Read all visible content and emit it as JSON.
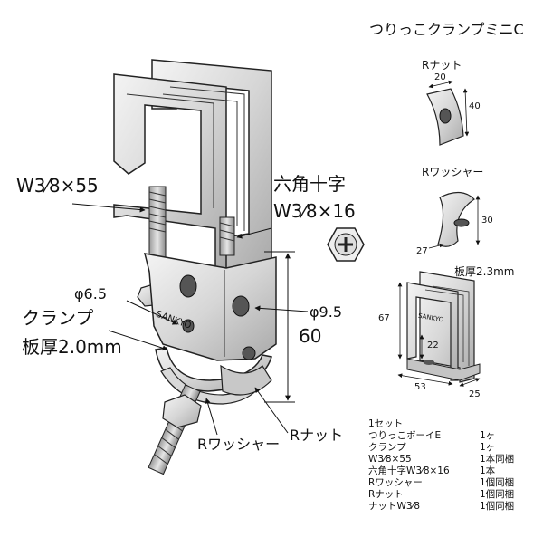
{
  "product_title": "つりっこクランプミニC",
  "main": {
    "bolt_label": "W3⁄8×55",
    "hex_label_line1": "六角十字",
    "hex_label_line2": "W3⁄8×16",
    "hole_small": "φ6.5",
    "hole_large": "φ9.5",
    "height_dim": "60",
    "clamp_label_line1": "クランプ",
    "clamp_label_line2": "板厚2.0mm",
    "washer_label": "Rワッシャー",
    "nut_label": "Rナット",
    "stamp": "SANKYO"
  },
  "r_nut": {
    "title": "Rナット",
    "dim_w": "20",
    "dim_h": "40"
  },
  "r_washer": {
    "title": "Rワッシャー",
    "dim_h": "30",
    "dim_w": "27"
  },
  "bracket": {
    "thickness_label": "板厚2.3mm",
    "dim_h": "67",
    "dim_inner": "22",
    "dim_w": "53",
    "dim_d": "25",
    "stamp": "SANKYO"
  },
  "parts_list": {
    "heading": "1セット",
    "items": [
      {
        "name": "つりっこボーイE",
        "qty": "1ヶ"
      },
      {
        "name": "クランプ",
        "qty": "1ヶ"
      },
      {
        "name": "W3⁄8×55",
        "qty": "1本同梱"
      },
      {
        "name": "六角十字W3⁄8×16",
        "qty": "1本"
      },
      {
        "name": "Rワッシャー",
        "qty": "1個同梱"
      },
      {
        "name": "Rナット",
        "qty": "1個同梱"
      },
      {
        "name": "ナットW3⁄8",
        "qty": "1個同梱"
      }
    ]
  }
}
